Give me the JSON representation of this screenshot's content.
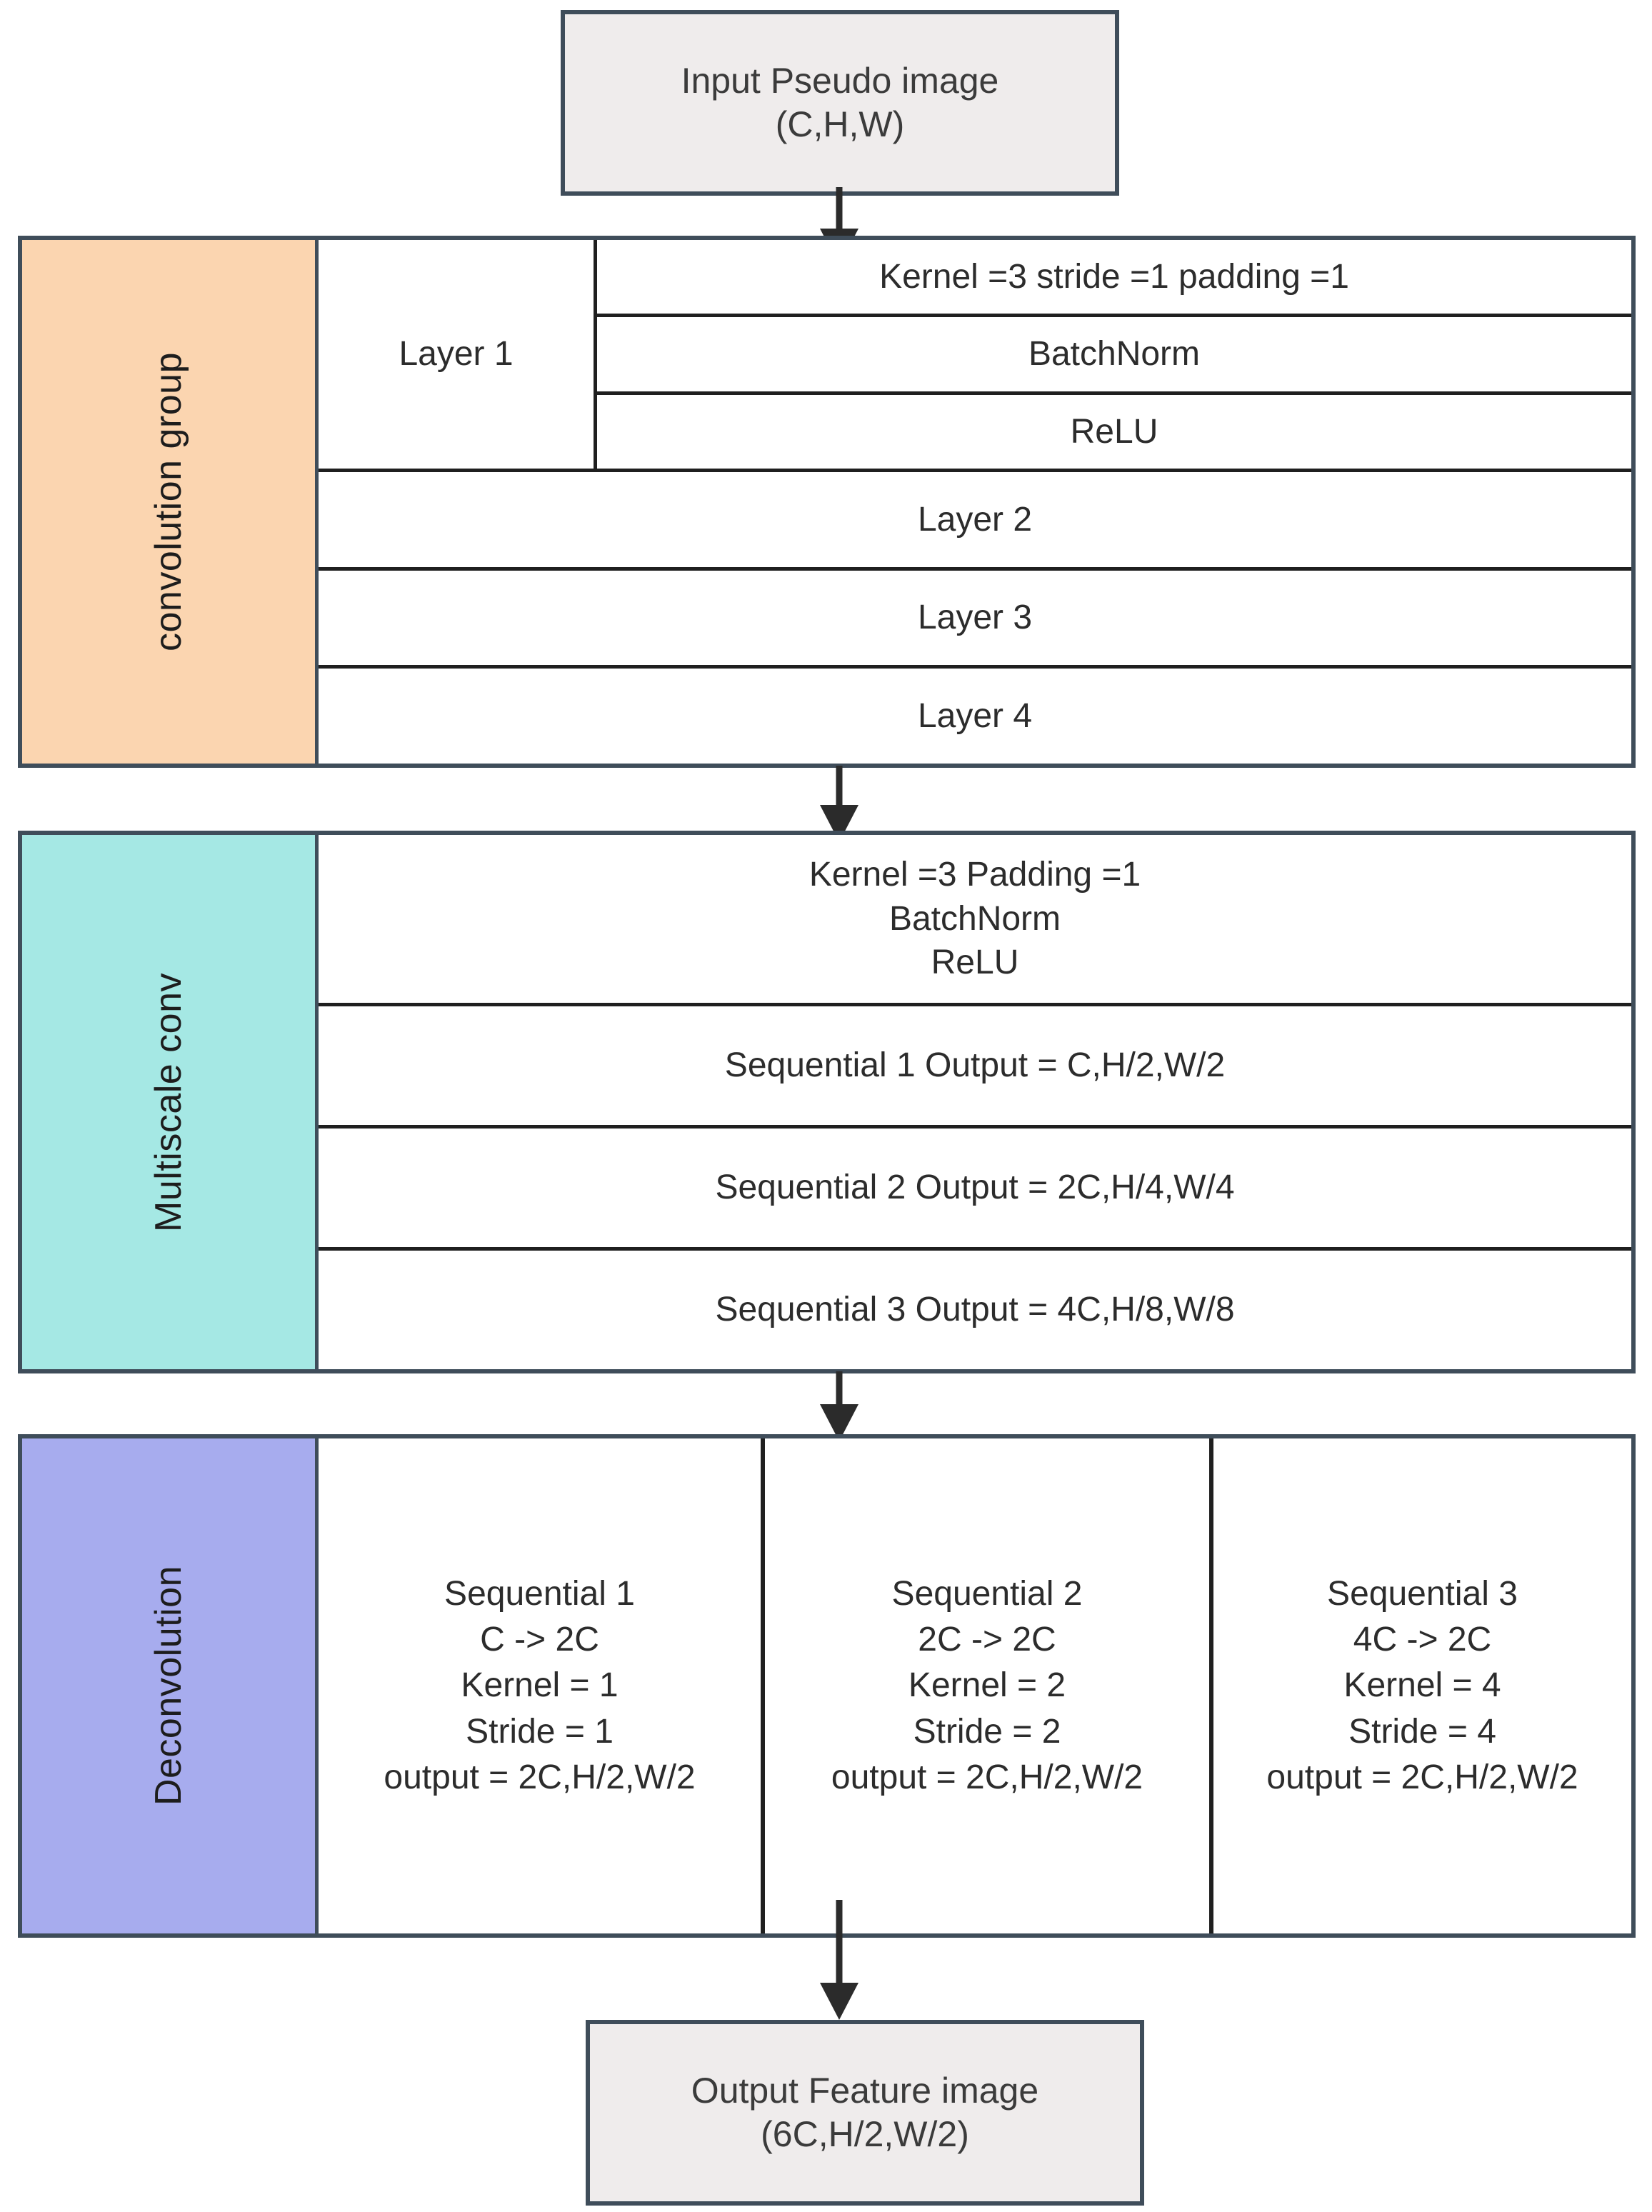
{
  "colors": {
    "convolution_group_fill": "#fbd5b0",
    "multiscale_conv_fill": "#a5e8e4",
    "deconvolution_fill": "#a7acee",
    "endbox_fill": "#efecec",
    "border": "#3f4d5a",
    "inner_line": "#1f1f1f"
  },
  "input_box": {
    "line1": "Input Pseudo image",
    "line2": "(C,H,W)"
  },
  "convolution_group": {
    "label": "convolution group",
    "layer1": {
      "name": "Layer 1",
      "sub_rows": [
        "Kernel =3 stride =1 padding =1",
        "BatchNorm",
        "ReLU"
      ]
    },
    "rows": [
      "Layer 2",
      "Layer 3",
      "Layer 4"
    ]
  },
  "multiscale_conv": {
    "label": "Multiscale conv",
    "header_rows": [
      "Kernel =3 Padding =1",
      "BatchNorm",
      "ReLU"
    ],
    "rows": [
      "Sequential 1 Output = C,H/2,W/2",
      "Sequential 2 Output = 2C,H/4,W/4",
      "Sequential 3 Output = 4C,H/8,W/8"
    ]
  },
  "deconvolution": {
    "label": "Deconvolution",
    "columns": [
      {
        "title": "Sequential 1",
        "mapping": "C -> 2C",
        "kernel": "Kernel = 1",
        "stride": "Stride = 1",
        "output": "output = 2C,H/2,W/2"
      },
      {
        "title": "Sequential 2",
        "mapping": "2C -> 2C",
        "kernel": "Kernel = 2",
        "stride": "Stride = 2",
        "output": "output = 2C,H/2,W/2"
      },
      {
        "title": "Sequential 3",
        "mapping": "4C -> 2C",
        "kernel": "Kernel = 4",
        "stride": "Stride = 4",
        "output": "output = 2C,H/2,W/2"
      }
    ]
  },
  "output_box": {
    "line1": "Output Feature image",
    "line2": "(6C,H/2,W/2)"
  }
}
